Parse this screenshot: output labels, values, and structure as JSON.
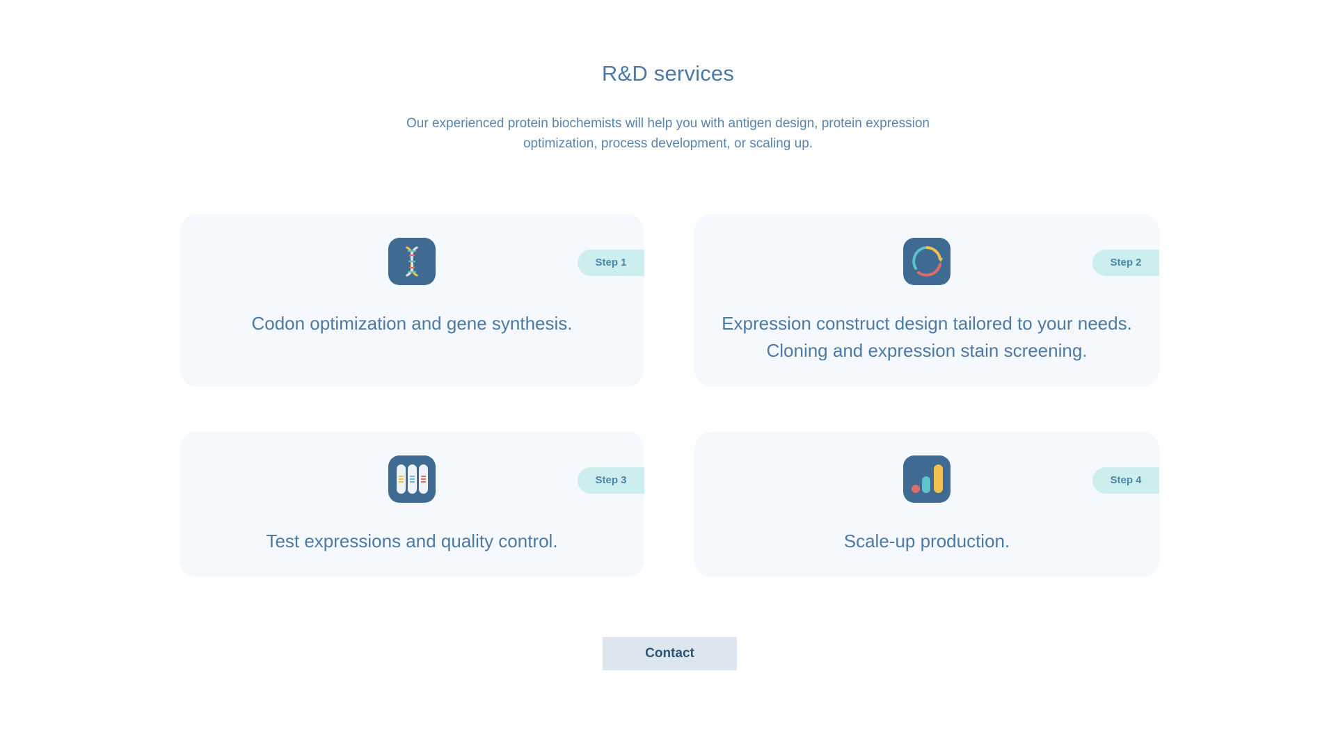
{
  "header": {
    "title": "R&D services",
    "subtitle": "Our experienced protein biochemists will help you with antigen design, protein expression optimization, process development, or scaling up."
  },
  "steps": [
    {
      "badge": "Step 1",
      "icon": "dna-icon",
      "lines": [
        "Codon optimization and gene synthesis."
      ]
    },
    {
      "badge": "Step 2",
      "icon": "cycle-arrows-icon",
      "lines": [
        "Expression construct design tailored to your needs.",
        "Cloning and expression stain screening."
      ]
    },
    {
      "badge": "Step 3",
      "icon": "test-tubes-icon",
      "lines": [
        "Test expressions and quality control."
      ]
    },
    {
      "badge": "Step 4",
      "icon": "bar-chart-icon",
      "lines": [
        "Scale-up production."
      ]
    }
  ],
  "contact": {
    "label": "Contact"
  },
  "colors": {
    "accent": "#4d79a6",
    "card_bg": "#f5f8fc",
    "icon_bg": "#3f6a92",
    "badge_bg": "#cdeeee",
    "button_bg": "#dde6ef"
  }
}
